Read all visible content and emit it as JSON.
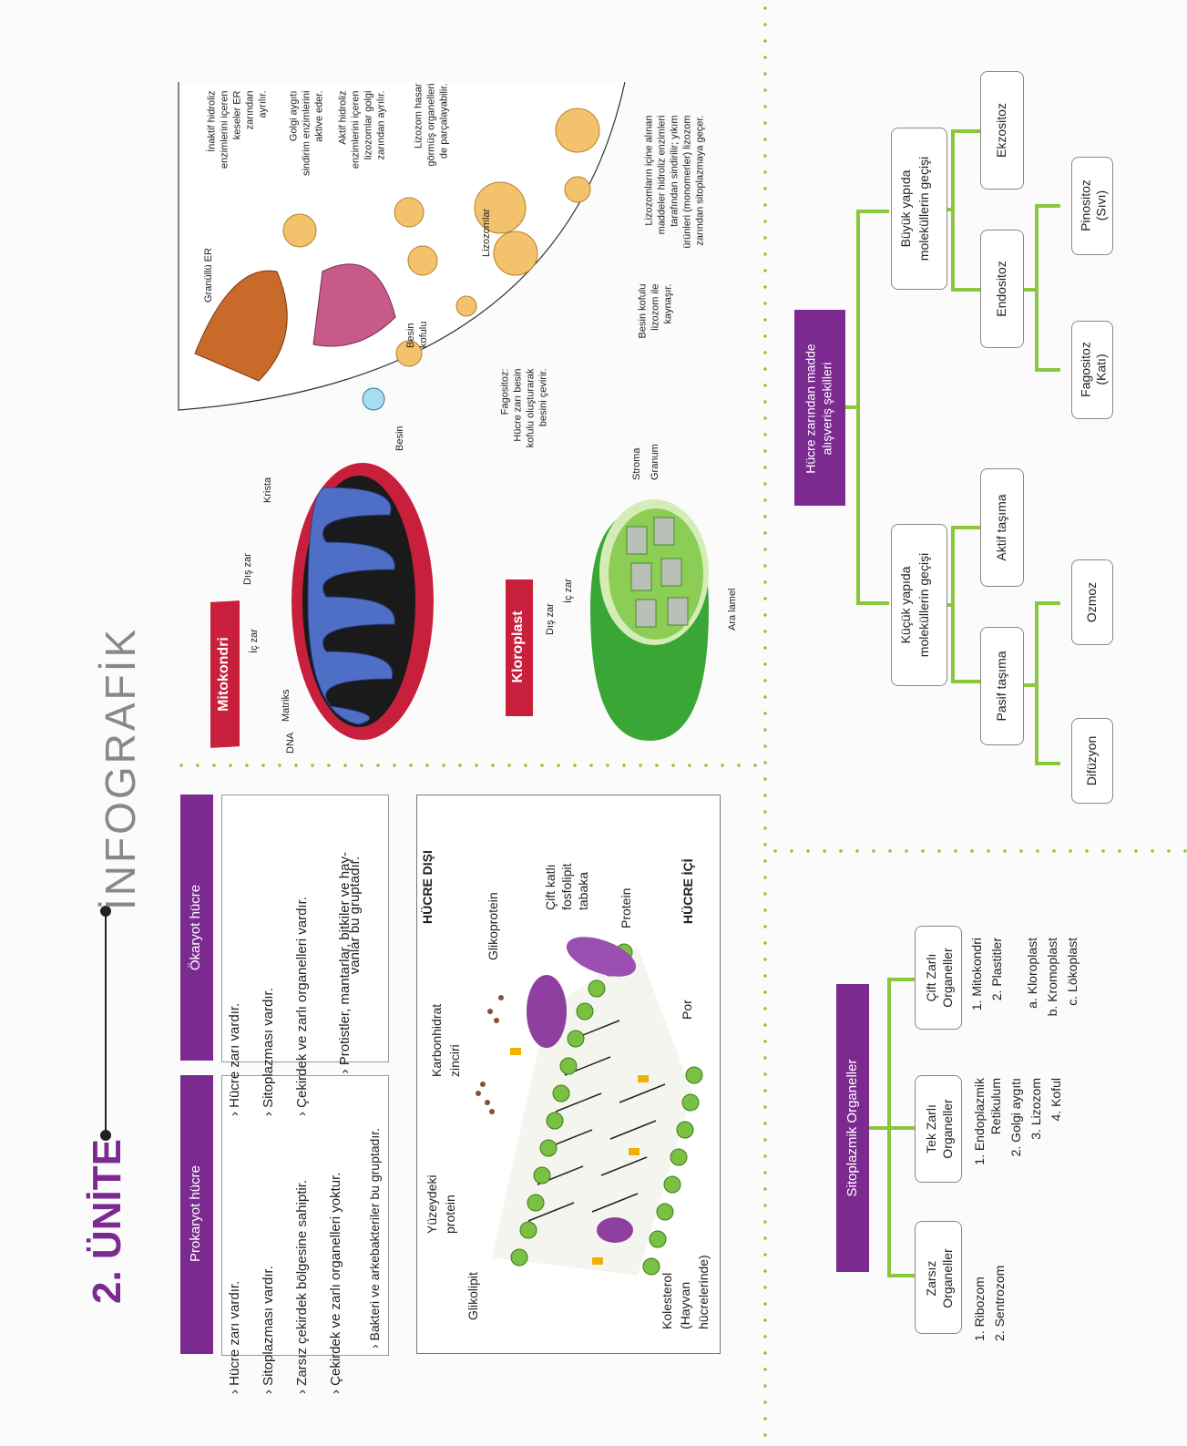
{
  "header": {
    "unit": "2. ÜNİTE",
    "title": "İNFOGRAFİK"
  },
  "cell_types": {
    "prokaryote": {
      "title": "Prokaryot hücre",
      "items": [
        "Hücre zarı vardır.",
        "Sitoplazması vardır.",
        "Zarsız çekirdek bölgesine sahiptir.",
        "Çekirdek ve zarlı organelleri yoktur.",
        "Bakteri ve arkebakteriler bu gruptadır."
      ]
    },
    "eukaryote": {
      "title": "Ökaryot hücre",
      "items": [
        "Hücre zarı vardır.",
        "Sitoplazması vardır.",
        "Çekirdek ve zarlı organelleri vardır.",
        "Protistler, mantarlar, bitkiler ve hay-",
        "vanlar bu gruptadır."
      ]
    }
  },
  "membrane": {
    "outside": "HÜCRE DIŞI",
    "inside": "HÜCRE İÇİ",
    "labels": {
      "glycolipid": "Glikolipit",
      "surface_protein_1": "Yüzeydeki",
      "surface_protein_2": "protein",
      "carb_1": "Karbonhidrat",
      "carb_2": "zinciri",
      "glycoprotein": "Glikoprotein",
      "bilayer_1": "Çift katlı",
      "bilayer_2": "fosfolipit",
      "bilayer_3": "tabaka",
      "protein": "Protein",
      "pore": "Por",
      "chol_1": "Kolesterol",
      "chol_2": "(Hayvan",
      "chol_3": "hücrelerinde)"
    }
  },
  "mitochondria": {
    "title": "Mitokondri",
    "labels": {
      "dna": "DNA",
      "matrix": "Matriks",
      "inner": "İç zar",
      "outer": "Dış zar",
      "crista": "Krista"
    }
  },
  "chloroplast": {
    "title": "Kloroplast",
    "labels": {
      "outer": "Dış zar",
      "inner": "İç zar",
      "lamel": "Ara lamel",
      "stroma": "Stroma",
      "granum": "Granum"
    }
  },
  "lysosome": {
    "granular_er": "Granüllü ER",
    "food": "Besin",
    "food_vacuole_1": "Besin",
    "food_vacuole_2": "kofulu",
    "lysosomes": "Lizozomlar",
    "phago": [
      "Fagositoz:",
      "Hücre zarı besin",
      "kofulu oluşturarak",
      "besini çevirir."
    ],
    "merge": [
      "Besin kofulu",
      "lizozom ile",
      "kaynaşır."
    ],
    "digest": [
      "Lizozomların içine alınan",
      "maddeler hidroliz enzimleri",
      "tarafından sindirilir; yıkım",
      "ürünleri (monomerler) lizozom",
      "zarından sitoplazmaya geçer."
    ],
    "inactive": [
      "İnaktif hidroliz",
      "enzimlerini içeren",
      "keseler ER",
      "zarından",
      "ayrılır."
    ],
    "golgi": [
      "Golgi aygıtı",
      "sindirim enzimlerini",
      "aktive eder."
    ],
    "active": [
      "Aktif hidroliz",
      "enzimlerini içeren",
      "lizozomlar golgi",
      "zarından ayrılır."
    ],
    "damage": [
      "Lizozom hasar",
      "görmüş organelleri",
      "de parçalayabilir."
    ]
  },
  "transport": {
    "root": [
      "Hücre zarından madde",
      "alışveriş şekilleri"
    ],
    "small": [
      "Küçük yapıda",
      "moleküllerin geçişi"
    ],
    "large": [
      "Büyük yapıda",
      "moleküllerin geçişi"
    ],
    "passive": "Pasif taşıma",
    "active": "Aktif taşıma",
    "diffusion": "Difüzyon",
    "osmosis": "Ozmoz",
    "endocytosis": "Endositoz",
    "exocytosis": "Ekzositoz",
    "phagocytosis": [
      "Fagositoz",
      "(Katı)"
    ],
    "pinocytosis": [
      "Pinositoz",
      "(Sıvı)"
    ]
  },
  "organelles": {
    "root": "Sitoplazmik Organeller",
    "membraneless": [
      "Zarsız",
      "Organeller"
    ],
    "single": [
      "Tek Zarlı",
      "Organeller"
    ],
    "double": [
      "Çift Zarlı",
      "Organeller"
    ],
    "membraneless_list": [
      "1. Ribozom",
      "2. Sentrozom"
    ],
    "single_list": [
      "1. Endoplazmik",
      "Retikulum",
      "2. Golgi aygıtı",
      "3. Lizozom",
      "4. Koful"
    ],
    "double_list": [
      "1. Mitokondri",
      "2. Plastitler",
      "a. Kloroplast",
      "b. Kromoplast",
      "c. Lökoplast"
    ]
  },
  "colors": {
    "purple": "#7b2a90",
    "green": "#8cc63f",
    "crimson": "#c8203c"
  }
}
